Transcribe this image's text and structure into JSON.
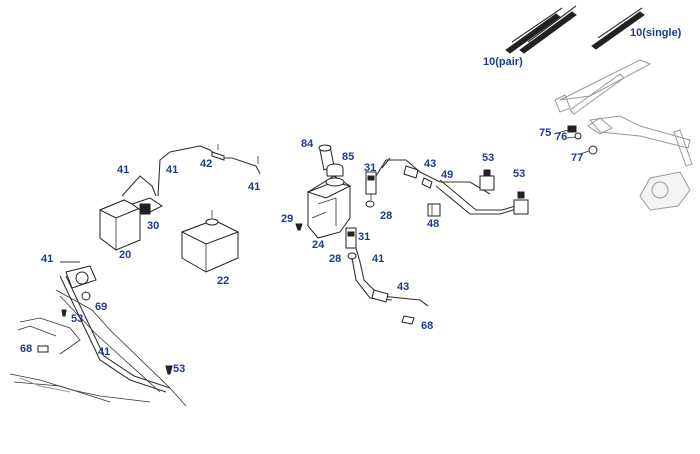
{
  "callouts": [
    {
      "id": "c-10pair",
      "text": "10(pair)"
    },
    {
      "id": "c-10single",
      "text": "10(single)"
    },
    {
      "id": "c-75",
      "text": "75"
    },
    {
      "id": "c-76",
      "text": "76"
    },
    {
      "id": "c-77",
      "text": "77"
    },
    {
      "id": "c-84",
      "text": "84"
    },
    {
      "id": "c-85",
      "text": "85"
    },
    {
      "id": "c-31a",
      "text": "31"
    },
    {
      "id": "c-43a",
      "text": "43"
    },
    {
      "id": "c-49",
      "text": "49"
    },
    {
      "id": "c-53a",
      "text": "53"
    },
    {
      "id": "c-53b",
      "text": "53"
    },
    {
      "id": "c-41a",
      "text": "41"
    },
    {
      "id": "c-41b",
      "text": "41"
    },
    {
      "id": "c-42",
      "text": "42"
    },
    {
      "id": "c-41c",
      "text": "41"
    },
    {
      "id": "c-30",
      "text": "30"
    },
    {
      "id": "c-20",
      "text": "20"
    },
    {
      "id": "c-22",
      "text": "22"
    },
    {
      "id": "c-29",
      "text": "29"
    },
    {
      "id": "c-24",
      "text": "24"
    },
    {
      "id": "c-28a",
      "text": "28"
    },
    {
      "id": "c-48",
      "text": "48"
    },
    {
      "id": "c-31b",
      "text": "31"
    },
    {
      "id": "c-28b",
      "text": "28"
    },
    {
      "id": "c-41d",
      "text": "41"
    },
    {
      "id": "c-43b",
      "text": "43"
    },
    {
      "id": "c-68a",
      "text": "68"
    },
    {
      "id": "c-41e",
      "text": "41"
    },
    {
      "id": "c-69",
      "text": "69"
    },
    {
      "id": "c-53c",
      "text": "53"
    },
    {
      "id": "c-68b",
      "text": "68"
    },
    {
      "id": "c-41f",
      "text": "41"
    },
    {
      "id": "c-53d",
      "text": "53"
    }
  ],
  "colors": {
    "callout": "#1f3a8a",
    "line": "#333333"
  }
}
